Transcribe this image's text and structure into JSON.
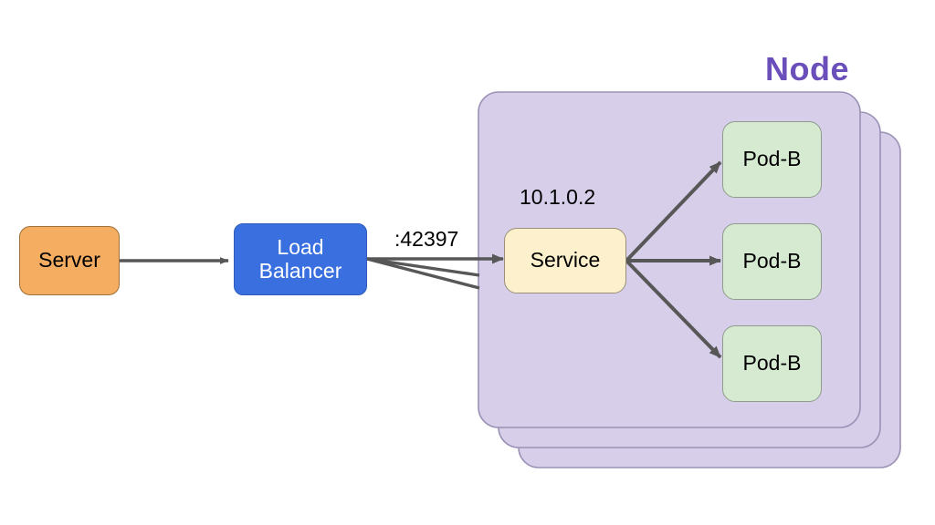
{
  "diagram": {
    "title_label": "Node",
    "colors": {
      "node_card_fill": "#D7CEEA",
      "node_card_stroke": "#9b92b5",
      "node_title": "#6A4FBA",
      "server_fill": "#F5AD62",
      "load_balancer_fill": "#3A6FE0",
      "service_fill": "#FDF0CD",
      "pod_fill": "#D6E9D1",
      "arrow": "#575757",
      "background": "#FFFFFF"
    },
    "nodes": {
      "server": {
        "label": "Server"
      },
      "load_balancer": {
        "label_line1": "Load",
        "label_line2": "Balancer"
      },
      "service": {
        "label": "Service",
        "ip_label": "10.1.0.2"
      },
      "pods": [
        {
          "label": "Pod-B"
        },
        {
          "label": "Pod-B"
        },
        {
          "label": "Pod-B"
        }
      ]
    },
    "edges": {
      "port_label": ":42397"
    },
    "node_stack_count": 3
  }
}
